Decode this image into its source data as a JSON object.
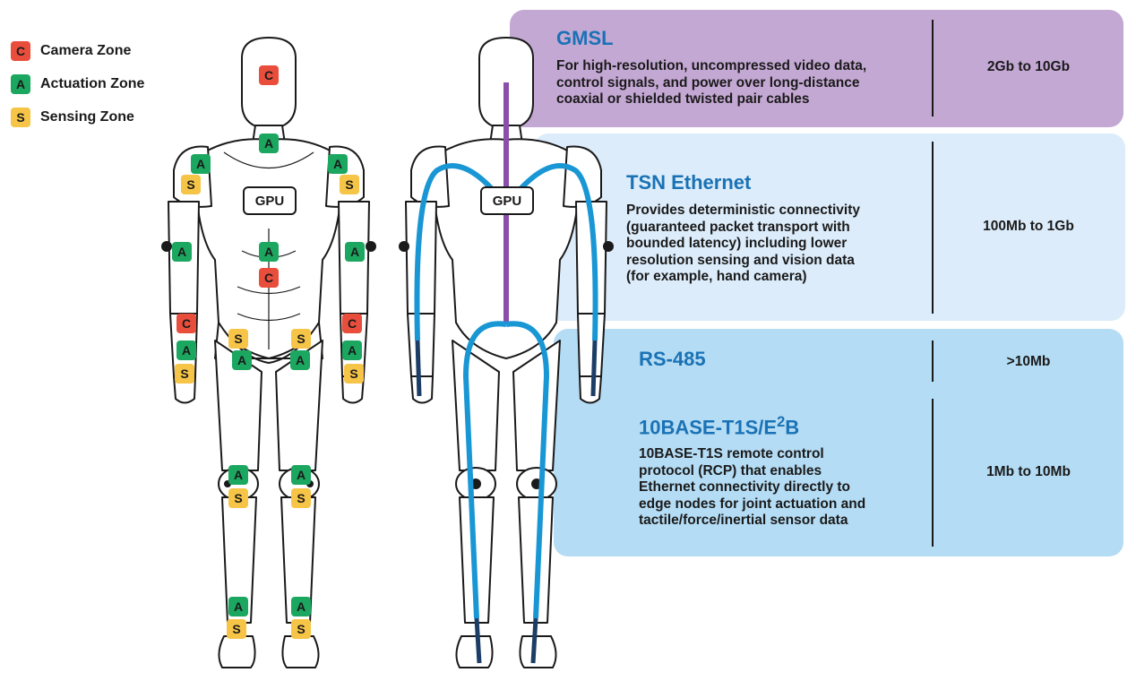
{
  "colors": {
    "camera": "#e94e3c",
    "actuation": "#1ba760",
    "sensing": "#f6c547",
    "gmsl_panel": "#c4a8d4",
    "tsn_panel": "#dcecfa",
    "low_panel": "#b4dcf4",
    "title_blue": "#1a72b5",
    "purple_line": "#8a4fa8",
    "blue_line": "#1996d4",
    "navy": "#1c3d66"
  },
  "legend": [
    {
      "letter": "C",
      "label": "Camera Zone",
      "zone": "camera"
    },
    {
      "letter": "A",
      "label": "Actuation Zone",
      "zone": "actuation"
    },
    {
      "letter": "S",
      "label": "Sensing Zone",
      "zone": "sensing"
    }
  ],
  "figures": {
    "gpu_label": "GPU"
  },
  "panels": {
    "gmsl": {
      "title": "GMSL",
      "desc_lines": [
        "For high-resolution, uncompressed video data,",
        "control signals, and power over long-distance",
        "coaxial or shielded twisted pair cables"
      ],
      "rate": "2Gb to 10Gb"
    },
    "tsn": {
      "title": "TSN Ethernet",
      "desc_lines": [
        "Provides deterministic connectivity",
        "(guaranteed packet transport with",
        "bounded latency) including lower",
        "resolution sensing and vision data",
        "(for example, hand camera)"
      ],
      "rate": "100Mb to 1Gb"
    },
    "rs485": {
      "title": "RS-485",
      "rate": ">10Mb"
    },
    "t1s": {
      "title_prefix": "10BASE-T1S/E",
      "title_sup": "2",
      "title_suffix": "B",
      "desc_lines": [
        "10BASE-T1S remote control",
        "protocol (RCP) that enables",
        "Ethernet connectivity directly to",
        "edge nodes for joint actuation and",
        "tactile/force/inertial sensor data"
      ],
      "rate": "1Mb to 10Mb"
    }
  },
  "left_figure_badges": [
    {
      "letter": "C",
      "zone": "camera",
      "place": "head"
    },
    {
      "letter": "A",
      "zone": "actuation",
      "place": "neck"
    },
    {
      "letter": "A",
      "zone": "actuation",
      "place": "left-shoulder"
    },
    {
      "letter": "S",
      "zone": "sensing",
      "place": "left-shoulder"
    },
    {
      "letter": "A",
      "zone": "actuation",
      "place": "right-shoulder"
    },
    {
      "letter": "S",
      "zone": "sensing",
      "place": "right-shoulder"
    },
    {
      "letter": "A",
      "zone": "actuation",
      "place": "left-elbow"
    },
    {
      "letter": "A",
      "zone": "actuation",
      "place": "right-elbow"
    },
    {
      "letter": "A",
      "zone": "actuation",
      "place": "chest"
    },
    {
      "letter": "C",
      "zone": "camera",
      "place": "chest"
    },
    {
      "letter": "C",
      "zone": "camera",
      "place": "left-hand"
    },
    {
      "letter": "A",
      "zone": "actuation",
      "place": "left-hand"
    },
    {
      "letter": "S",
      "zone": "sensing",
      "place": "left-hand"
    },
    {
      "letter": "C",
      "zone": "camera",
      "place": "right-hand"
    },
    {
      "letter": "A",
      "zone": "actuation",
      "place": "right-hand"
    },
    {
      "letter": "S",
      "zone": "sensing",
      "place": "right-hand"
    },
    {
      "letter": "S",
      "zone": "sensing",
      "place": "left-hip"
    },
    {
      "letter": "A",
      "zone": "actuation",
      "place": "left-hip"
    },
    {
      "letter": "S",
      "zone": "sensing",
      "place": "right-hip"
    },
    {
      "letter": "A",
      "zone": "actuation",
      "place": "right-hip"
    },
    {
      "letter": "A",
      "zone": "actuation",
      "place": "left-knee"
    },
    {
      "letter": "S",
      "zone": "sensing",
      "place": "left-knee"
    },
    {
      "letter": "A",
      "zone": "actuation",
      "place": "right-knee"
    },
    {
      "letter": "S",
      "zone": "sensing",
      "place": "right-knee"
    },
    {
      "letter": "A",
      "zone": "actuation",
      "place": "left-ankle"
    },
    {
      "letter": "S",
      "zone": "sensing",
      "place": "left-ankle"
    },
    {
      "letter": "A",
      "zone": "actuation",
      "place": "right-ankle"
    },
    {
      "letter": "S",
      "zone": "sensing",
      "place": "right-ankle"
    }
  ]
}
